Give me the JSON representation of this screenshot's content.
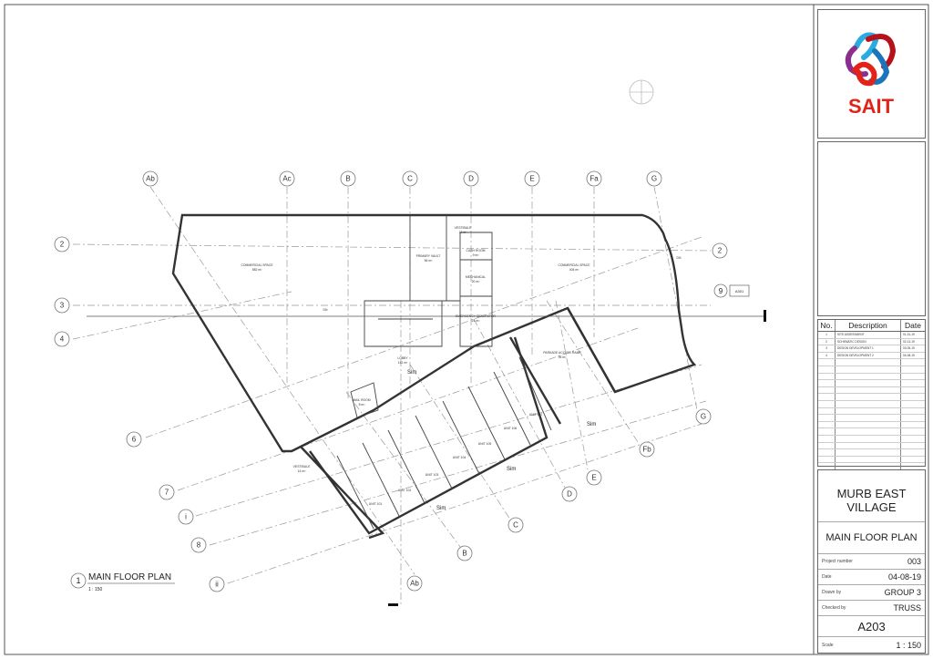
{
  "drawing": {
    "grid_top": [
      "Ab",
      "Ac",
      "B",
      "C",
      "D",
      "E",
      "Fa",
      "G"
    ],
    "grid_left": [
      "2",
      "3",
      "4",
      "6",
      "7",
      "i",
      "8",
      "ii"
    ],
    "grid_right": [
      "2",
      "G",
      "Fb",
      "E",
      "D",
      "C",
      "B",
      "Ab"
    ],
    "rooms": [
      {
        "name": "COMMERCIAL SPACE",
        "area": "582 m²"
      },
      {
        "name": "PRIMARY VAULT",
        "area": "56 m²"
      },
      {
        "name": "VESTIBULE",
        "area": "12 m²"
      },
      {
        "name": "CASH ROOM",
        "area": "9 m²"
      },
      {
        "name": "MECHANICAL",
        "area": "20 m²"
      },
      {
        "name": "EMERGENCY GENERATOR",
        "area": "21 m²"
      },
      {
        "name": "COMMERCIAL SPACE",
        "area": "404 m²"
      },
      {
        "name": "LOBBY",
        "area": "141 m²"
      },
      {
        "name": "PARKADE ACCESS RAMP",
        "area": "95 m²"
      },
      {
        "name": "MAIL ROOM",
        "area": "8 m²"
      },
      {
        "name": "VESTIBULE",
        "area": "14 m²"
      }
    ],
    "units": [
      "UNIT 101",
      "UNIT 102",
      "UNIT 103",
      "UNIT 104",
      "UNIT 105",
      "UNIT 106",
      "UNIT 107"
    ],
    "section_tags": [
      "Sim",
      "Sim",
      "Sim",
      "Sim"
    ],
    "callouts": {
      "ref": "A301",
      "num": "9",
      "dn": "DN"
    },
    "view_title": {
      "number": "1",
      "title": "MAIN FLOOR PLAN",
      "scale": "1 : 150"
    }
  },
  "title_block": {
    "logo_text": "SAIT",
    "logo_colors": [
      "#e2231a",
      "#1a75bb",
      "#8b2f8f",
      "#29abe2",
      "#b5121b"
    ],
    "revisions": {
      "headers": [
        "No.",
        "Description",
        "Date"
      ],
      "rows": [
        [
          "1",
          "SITE ASSESSMENT",
          "01-31-19"
        ],
        [
          "2",
          "SCHEMATIC DESIGN",
          "02-13-19"
        ],
        [
          "3",
          "DESIGN DEVELOPMENT 1",
          "03-05-19"
        ],
        [
          "4",
          "DESIGN DEVELOPMENT 2",
          "04-08-19"
        ]
      ]
    },
    "project_name": "MURB EAST VILLAGE",
    "sheet_name": "MAIN FLOOR PLAN",
    "fields": [
      {
        "label": "Project number",
        "value": "003"
      },
      {
        "label": "Date",
        "value": "04-08-19"
      },
      {
        "label": "Drawn by",
        "value": "GROUP 3"
      },
      {
        "label": "Checked by",
        "value": "TRUSS"
      }
    ],
    "sheet_number": "A203",
    "scale": {
      "label": "Scale",
      "value": "1 : 150"
    }
  }
}
